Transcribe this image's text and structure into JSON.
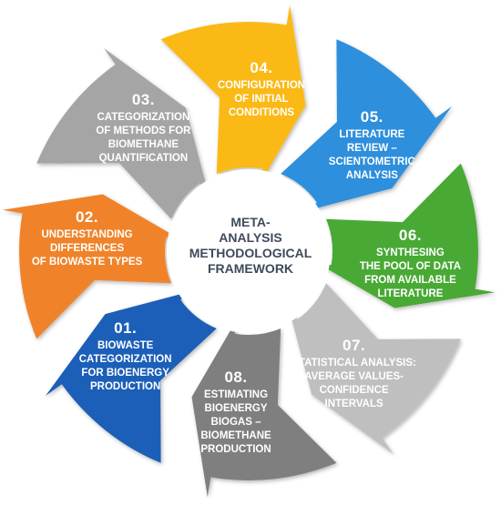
{
  "center": {
    "title": "META-\nANALYSIS\nMETHODOLOGICAL\nFRAMEWORK"
  },
  "steps": [
    {
      "number": "01.",
      "label": "BIOWASTE\nCATEGORIZATION\nFOR BIOENERGY\nPRODUCTION",
      "color": "#1f5fb8"
    },
    {
      "number": "02.",
      "label": "UNDERSTANDING\nDIFFERENCES\nOF BIOWASTE TYPES",
      "color": "#f0832a"
    },
    {
      "number": "03.",
      "label": "CATEGORIZATION\nOF METHODS FOR\nBIOMETHANE\nQUANTIFICATION",
      "color": "#a5a5a5"
    },
    {
      "number": "04.",
      "label": "CONFIGURATION\nOF INITIAL\nCONDITIONS",
      "color": "#fbb914"
    },
    {
      "number": "05.",
      "label": "LITERATURE\nREVIEW –\nSCIENTOMETRIC\nANALYSIS",
      "color": "#2f8fdc"
    },
    {
      "number": "06.",
      "label": "SYNTHESING\nTHE POOL OF DATA\nFROM AVAILABLE\nLITERATURE",
      "color": "#4aa936"
    },
    {
      "number": "07.",
      "label": "STATISTICAL ANALYSIS:\nAVERAGE VALUES-\nCONFIDENCE\nINTERVALS",
      "color": "#bfbfbf"
    },
    {
      "number": "08.",
      "label": "ESTIMATING\nBIOENERGY\nBIOGAS –\nBIOMETHANE\nPRODUCTION",
      "color": "#7f7f7f"
    }
  ]
}
